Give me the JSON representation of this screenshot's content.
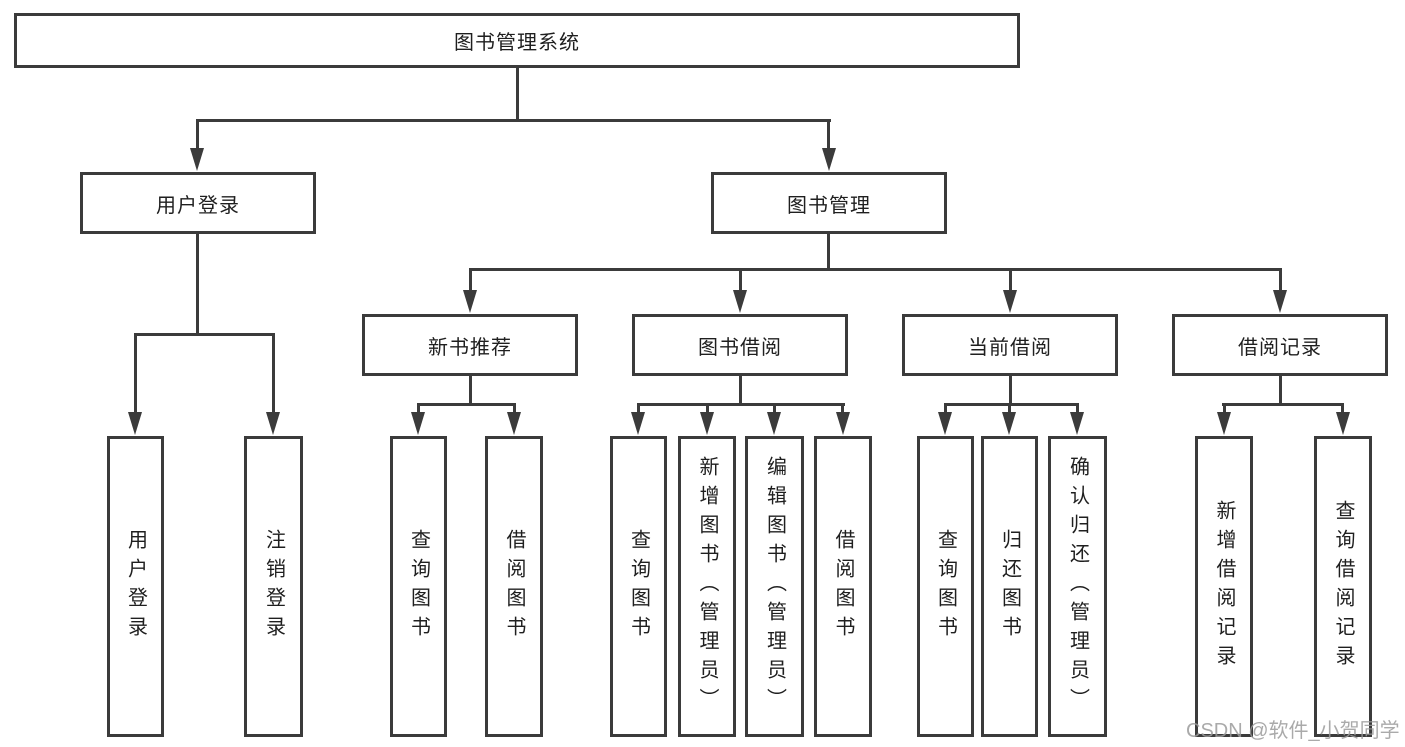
{
  "tree": {
    "label": "图书管理系统",
    "children": [
      {
        "label": "用户登录",
        "children": [
          {
            "label": "用户登录"
          },
          {
            "label": "注销登录"
          }
        ]
      },
      {
        "label": "图书管理",
        "children": [
          {
            "label": "新书推荐",
            "children": [
              {
                "label": "查询图书"
              },
              {
                "label": "借阅图书"
              }
            ]
          },
          {
            "label": "图书借阅",
            "children": [
              {
                "label": "查询图书"
              },
              {
                "label": "新增图书（管理员）"
              },
              {
                "label": "编辑图书（管理员）"
              },
              {
                "label": "借阅图书"
              }
            ]
          },
          {
            "label": "当前借阅",
            "children": [
              {
                "label": "查询图书"
              },
              {
                "label": "归还图书"
              },
              {
                "label": "确认归还（管理员）"
              }
            ]
          },
          {
            "label": "借阅记录",
            "children": [
              {
                "label": "新增借阅记录"
              },
              {
                "label": "查询借阅记录"
              }
            ]
          }
        ]
      }
    ]
  },
  "watermark": {
    "text": "CSDN @软件_小贺同学"
  },
  "colors": {
    "line": "#3b3b3b",
    "background": "#ffffff",
    "watermark": "#9b9b9b"
  }
}
